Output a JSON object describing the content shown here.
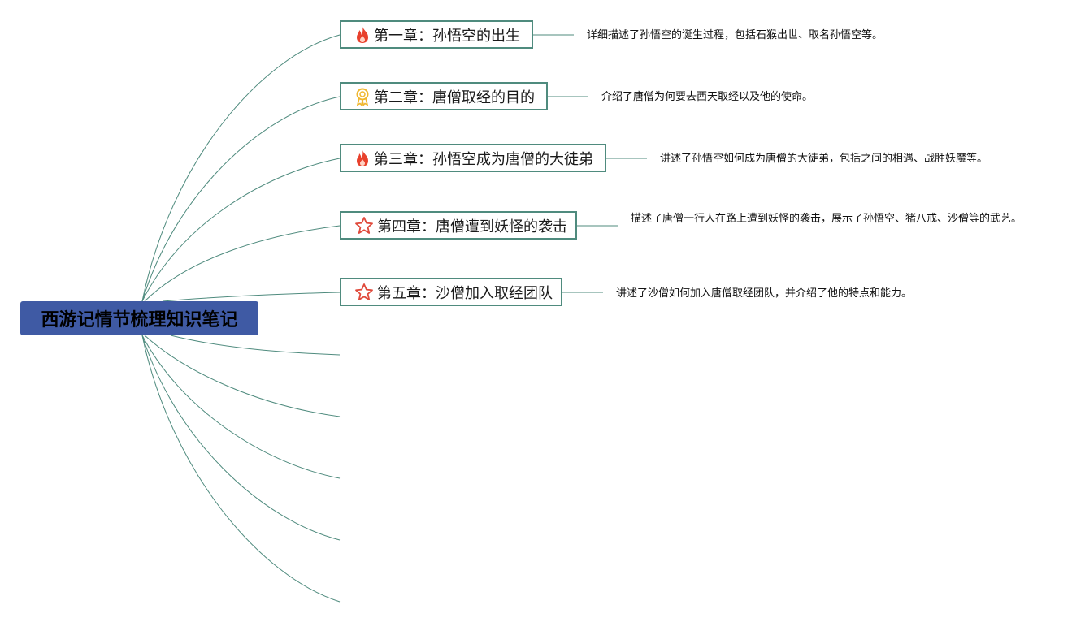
{
  "root": {
    "title": "西游记情节梳理知识笔记"
  },
  "chapters": [
    {
      "label": "第一章：孙悟空的出生",
      "icon": "fire-icon",
      "description": "详细描述了孙悟空的诞生过程，包括石猴出世、取名孙悟空等。"
    },
    {
      "label": "第二章：唐僧取经的目的",
      "icon": "medal-icon",
      "description": "介绍了唐僧为何要去西天取经以及他的使命。"
    },
    {
      "label": "第三章：孙悟空成为唐僧的大徒弟",
      "icon": "fire-icon",
      "description": "讲述了孙悟空如何成为唐僧的大徒弟，包括之间的相遇、战胜妖魔等。"
    },
    {
      "label": "第四章：唐僧遭到妖怪的袭击",
      "icon": "star-icon",
      "description": "描述了唐僧一行人在路上遭到妖怪的袭击，展示了孙悟空、猪八戒、沙僧等的武艺。"
    },
    {
      "label": "第五章：沙僧加入取经团队",
      "icon": "star-icon",
      "description": "讲述了沙僧如何加入唐僧取经团队，并介绍了他的特点和能力。"
    }
  ],
  "colors": {
    "root_fill": "#3f5aa4",
    "branch_line": "#4f8b7e",
    "fire": "#e8412c",
    "medal": "#f0b72f",
    "star": "#e04a3c"
  }
}
